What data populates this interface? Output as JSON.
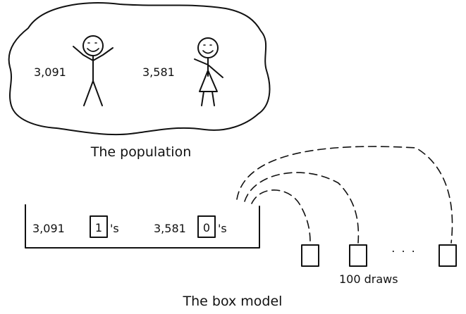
{
  "population": {
    "male_count": "3,091",
    "female_count": "3,581",
    "caption": "The population"
  },
  "box_model": {
    "ones_count": "3,091",
    "ones_value": "1",
    "ones_suffix": "'s",
    "zeros_count": "3,581",
    "zeros_value": "0",
    "zeros_suffix": "'s",
    "draws_label": "100 draws",
    "ellipsis": ". . .",
    "caption": "The box model"
  }
}
